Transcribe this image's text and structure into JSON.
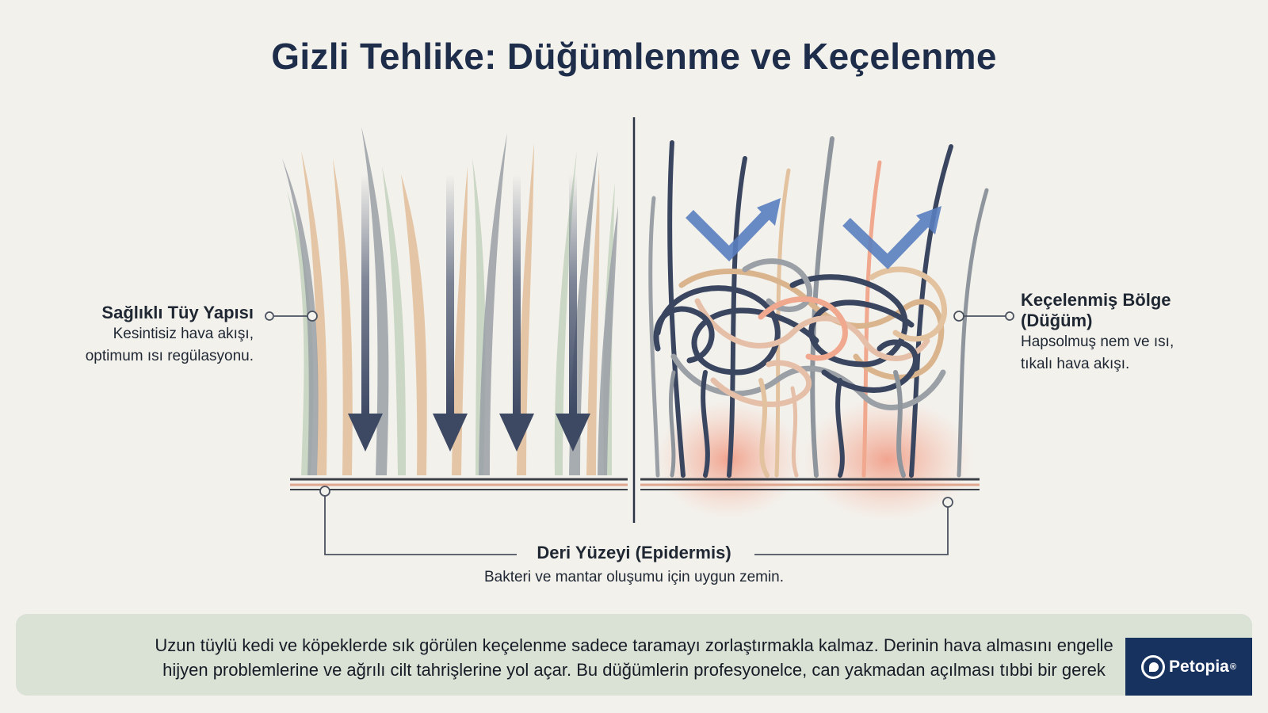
{
  "title": "Gizli Tehlike: Düğümlenme ve Keçelenme",
  "left_label": {
    "title": "Sağlıklı Tüy Yapısı",
    "line1": "Kesintisiz hava akışı,",
    "line2": "optimum ısı regülasyonu."
  },
  "right_label": {
    "title_line1": "Keçelenmiş Bölge",
    "title_line2": "(Düğüm)",
    "line1": "Hapsolmuş nem ve ısı,",
    "line2": "tıkalı hava akışı."
  },
  "bottom_label": {
    "title": "Deri Yüzeyi (Epidermis)",
    "desc": "Bakteri ve mantar oluşumu için uygun zemin."
  },
  "info": {
    "line1": "Uzun tüylü kedi ve köpeklerde sık görülen keçelenme sadece taramayı zorlaştırmakla kalmaz. Derinin hava almasını engelle",
    "line2": "hijyen problemlerine ve ağrılı cilt tahrişlerine yol açar. Bu düğümlerin profesyonelce, can yakmadan açılması tıbbi bir gerek"
  },
  "logo": {
    "text": "Petopia",
    "mark": "®",
    "icon": "petopia-logo-icon"
  },
  "colors": {
    "title": "#1e2d4a",
    "hair_dark": "#4a5670",
    "hair_tan": "#d9b48d",
    "hair_green": "#b7c9b3",
    "arrow_blue": "#5a7fc0",
    "heat": "#f08a70",
    "info_bg": "#dae2d6",
    "logo_bg": "#17325f"
  }
}
